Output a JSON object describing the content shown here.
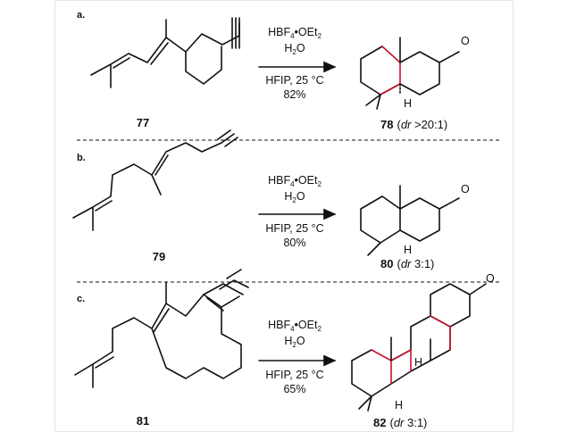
{
  "sections": [
    {
      "label": "a.",
      "reagent1": "HBF",
      "reagent1_sub": "4",
      "reagent1_tail": "•OEt",
      "reagent1_sub2": "2",
      "reagent2": "H",
      "reagent2_sub": "2",
      "reagent2_tail": "O",
      "conditions": "HFIP, 25 °C",
      "yield": "82%",
      "substrate": "77",
      "product": "78",
      "dr_prefix": "(",
      "dr_italic": "dr",
      "dr_value": " >20:1)",
      "h_label": "H"
    },
    {
      "label": "b.",
      "reagent1": "HBF",
      "reagent1_sub": "4",
      "reagent1_tail": "•OEt",
      "reagent1_sub2": "2",
      "reagent2": "H",
      "reagent2_sub": "2",
      "reagent2_tail": "O",
      "conditions": "HFIP, 25 °C",
      "yield": "80%",
      "substrate": "79",
      "product": "80",
      "dr_prefix": "(",
      "dr_italic": "dr",
      "dr_value": " 3:1)",
      "h_label": "H"
    },
    {
      "label": "c.",
      "reagent1": "HBF",
      "reagent1_sub": "4",
      "reagent1_tail": "•OEt",
      "reagent1_sub2": "2",
      "reagent2": "H",
      "reagent2_sub": "2",
      "reagent2_tail": "O",
      "conditions": "HFIP, 25 °C",
      "yield": "65%",
      "substrate": "81",
      "product": "82",
      "dr_prefix": "(",
      "dr_italic": "dr",
      "dr_value": " 3:1)",
      "h_label": "H",
      "h_label2": "H"
    }
  ],
  "oxygen": "O",
  "colors": {
    "new_bond": "#c8102e",
    "ink": "#111111",
    "divider": "#111111"
  }
}
